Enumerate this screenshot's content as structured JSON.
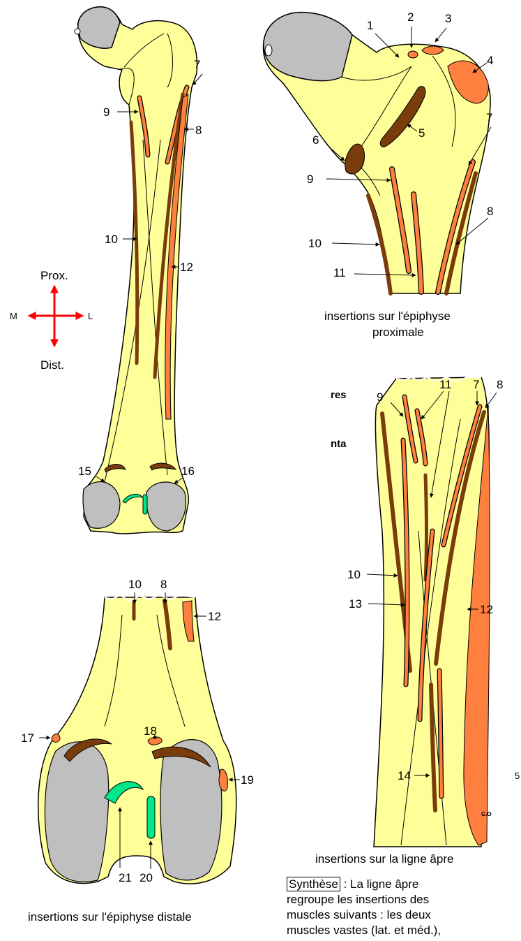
{
  "colors": {
    "bone": "#ffff99",
    "cartilage": "#bfbfbf",
    "insertion_dark": "#7a3c0a",
    "insertion_orange": "#ff7f3f",
    "insertion_green": "#00e68a",
    "arrow_red": "#ff0000"
  },
  "orientation": {
    "prox": "Prox.",
    "dist": "Dist.",
    "medial": "M",
    "lateral": "L"
  },
  "labels": {
    "n1": "1",
    "n2": "2",
    "n3": "3",
    "n4": "4",
    "n5": "5",
    "n6": "6",
    "n7": "7",
    "n8": "8",
    "n9": "9",
    "n10": "10",
    "n11": "11",
    "n12": "12",
    "n13": "13",
    "n14": "14",
    "n15": "15",
    "n16": "16",
    "n17": "17",
    "n18": "18",
    "n19": "19",
    "n20": "20",
    "n21": "21"
  },
  "captions": {
    "proximal_line1": "insertions sur l'épiphyse",
    "proximal_line2": "proximale",
    "linea_aspera": "insertions sur la ligne âpre",
    "distal": "insertions sur l'épiphyse distale"
  },
  "fragments": {
    "res": "res",
    "nta": "nta",
    "five": "5",
    "signature": "G.O"
  },
  "synthese": {
    "title": "Synthèse",
    "line1": " : La ligne âpre",
    "line2": "regroupe les insertions des",
    "line3": "muscles suivants : les deux",
    "line4": "muscles vastes (lat. et méd.),"
  }
}
